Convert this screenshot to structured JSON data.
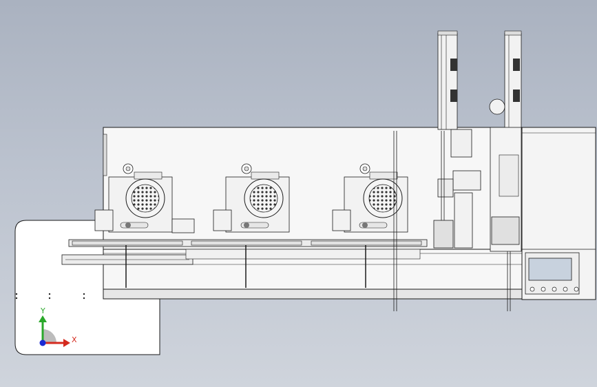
{
  "viewport": {
    "background_top": "#aab2c0",
    "background_bottom": "#cfd4dc"
  },
  "model": {
    "line_color": "#1a1a1a",
    "body_color": "#f4f4f4",
    "metal_color": "#dfe3e8",
    "stations": 3,
    "lift_columns": 2
  },
  "hmi": {
    "screen_color": "#c8d2de",
    "buttons": 5
  },
  "triad": {
    "x_label": "X",
    "y_label": "Y",
    "x_color": "#d42a1e",
    "y_color": "#2aa82a",
    "z_color": "#1a2ad4"
  }
}
